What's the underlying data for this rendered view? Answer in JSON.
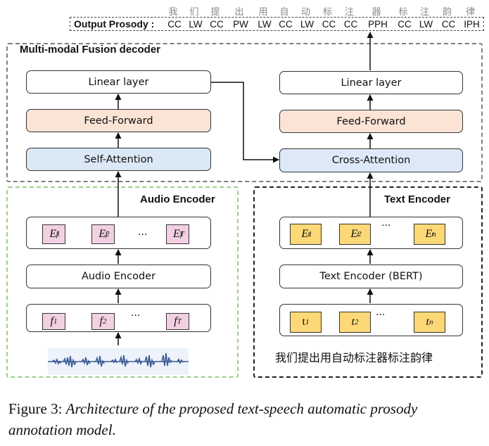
{
  "output": {
    "chars": [
      "我",
      "们",
      "提",
      "出",
      "用",
      "自",
      "动",
      "标",
      "注",
      "器",
      "标",
      "注",
      "韵",
      "律"
    ],
    "label": "Output Prosody :",
    "tags": [
      "CC",
      "LW",
      "CC",
      "PW",
      "LW",
      "CC",
      "LW",
      "CC",
      "CC",
      "PPH",
      "CC",
      "LW",
      "CC",
      "IPH"
    ]
  },
  "fusion": {
    "title": "Multi-modal Fusion decoder",
    "left": {
      "linear": "Linear layer",
      "ff": "Feed-Forward",
      "attention": "Self-Attention"
    },
    "right": {
      "linear": "Linear layer",
      "ff": "Feed-Forward",
      "attention": "Cross-Attention"
    }
  },
  "audio": {
    "title": "Audio Encoder",
    "encoder": "Audio Encoder",
    "emb_base": "E",
    "emb_sup": "f",
    "emb_subs": [
      "1",
      "2",
      "T"
    ],
    "feat_base": "f",
    "feat_subs": [
      "1",
      "2",
      "T"
    ],
    "ellipsis": "..."
  },
  "text": {
    "title": "Text Encoder",
    "encoder": "Text Encoder (BERT)",
    "emb_base": "E",
    "emb_sup": "t",
    "emb_subs": [
      "1",
      "2",
      "n"
    ],
    "tok_base": "t",
    "tok_subs": [
      "1",
      "2",
      "n"
    ],
    "ellipsis": "...",
    "sentence": "我们提出用自动标注器标注韵律"
  },
  "caption": {
    "label": "Figure 3:",
    "text": "Architecture of the proposed text-speech automatic prosody annotation model."
  }
}
